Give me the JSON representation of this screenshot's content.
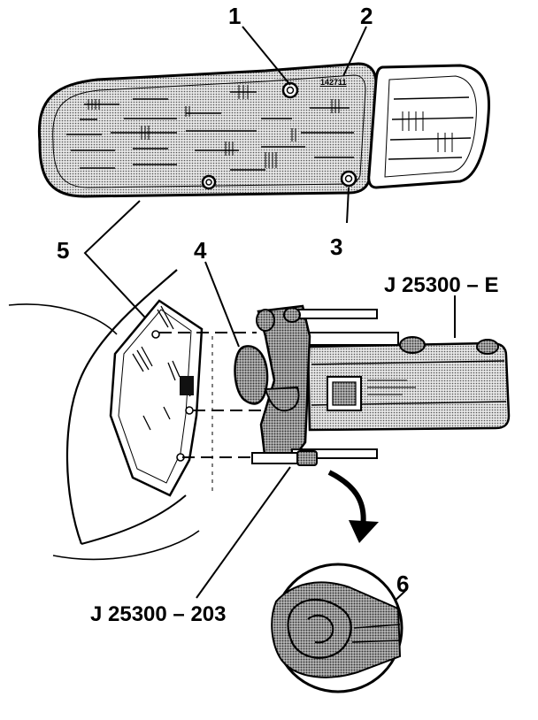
{
  "callouts": {
    "c1": "1",
    "c2": "2",
    "c3": "3",
    "c4": "4",
    "c5": "5",
    "c6": "6"
  },
  "tools": {
    "aligner": "J 25300 – E",
    "adapter": "J 25300 – 203"
  },
  "lens_marking": "142711",
  "colors": {
    "ink": "#000000",
    "shade": "#9a9a9a",
    "paper": "#ffffff"
  }
}
